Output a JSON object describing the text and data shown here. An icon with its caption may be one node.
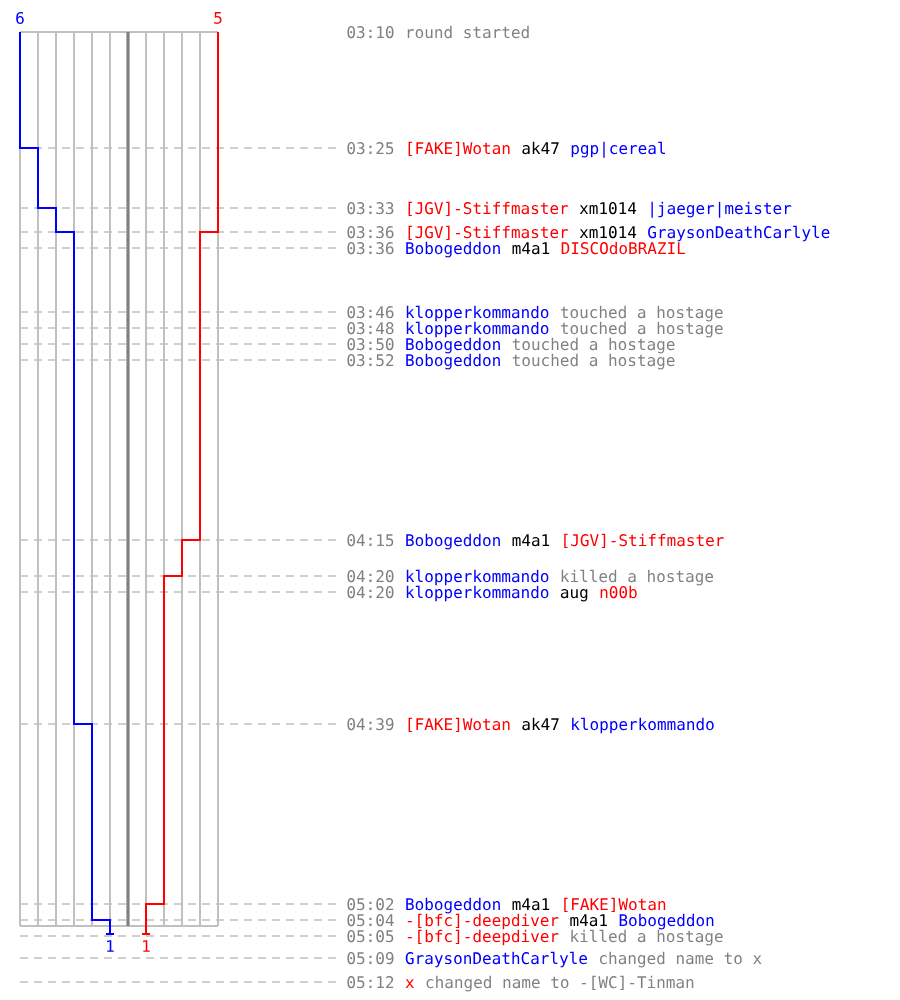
{
  "diagram": {
    "labels": [
      "6",
      "5",
      "03:10",
      "round started",
      "03:25",
      "[FAKE]Wotan",
      "ak47",
      "pgp|cereal",
      "03:33",
      "[JGV]-Stiffmaster",
      "xm1014",
      "|jaeger|meister",
      "03:36",
      "[JGV]-Stiffmaster",
      "xm1014",
      "GraysonDeathCarlyle",
      "03:36",
      "Bobogeddon",
      "m4a1",
      "DISCOdoBRAZIL",
      "03:46",
      "klopperkommando",
      "touched a hostage",
      "03:48",
      "klopperkommando",
      "touched a hostage",
      "03:50",
      "Bobogeddon",
      "touched a hostage",
      "03:52",
      "Bobogeddon",
      "touched a hostage",
      "04:15",
      "Bobogeddon",
      "m4a1",
      "[JGV]-Stiffmaster",
      "04:20",
      "klopperkommando",
      "killed a hostage",
      "04:20",
      "klopperkommando",
      "aug",
      "n00b",
      "04:39",
      "[FAKE]Wotan",
      "ak47",
      "klopperkommando",
      "05:02",
      "Bobogeddon",
      "m4a1",
      "[FAKE]Wotan",
      "05:04",
      "-[bfc]-deepdiver",
      "m4a1",
      "Bobogeddon",
      "05:05",
      "-[bfc]-deepdiver",
      "killed a hostage",
      "05:09",
      "GraysonDeathCarlyle",
      "changed name to x",
      "05:12",
      "x",
      "changed name to -[WC]-Tinman",
      "1",
      "1"
    ]
  }
}
